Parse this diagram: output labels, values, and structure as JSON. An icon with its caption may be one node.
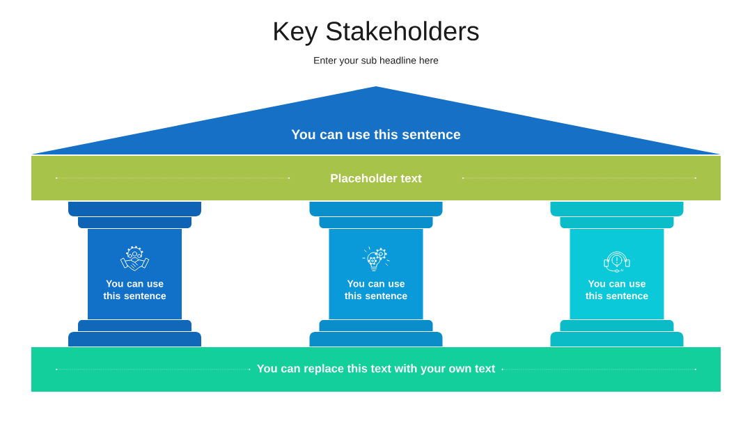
{
  "diagram": {
    "title": "Key Stakeholders",
    "nodes": [
      {
        "text": [
          "You can use this sentence"
        ]
      },
      {
        "text": [
          "Placeholder text"
        ]
      },
      {
        "text": [
          "You can use this sentence"
        ]
      },
      {
        "text": [
          "You can use this sentence"
        ]
      },
      {
        "text": [
          "You can use this sentence"
        ]
      },
      {
        "text": [
          "You can replace this text with your own text"
        ]
      }
    ],
    "labels": [
      "Enter your sub headline here"
    ]
  }
}
